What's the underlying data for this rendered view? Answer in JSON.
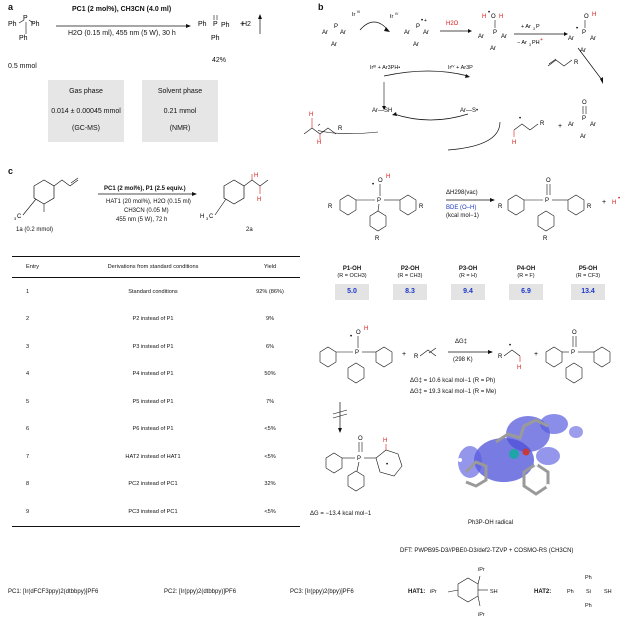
{
  "panel_a": {
    "letter": "a",
    "reactant": "Ph",
    "reactant_amount": "0.5 mmol",
    "conditions_line1": "PC1 (2 mol%), CH3CN (4.0 ml)",
    "conditions_line2": "H2O (0.15 ml), 455 nm (5 W), 30 h",
    "product_yield": "42%",
    "byproduct": "H2",
    "gas_phase": {
      "title": "Gas phase",
      "value": "0.014 ± 0.00045 mmol",
      "method": "(GC-MS)"
    },
    "solvent_phase": {
      "title": "Solvent phase",
      "value": "0.21 mmol",
      "method": "(NMR)"
    }
  },
  "panel_b": {
    "letter": "b",
    "ir3": "Irᴵᴵᴵ",
    "ir4": "Irᴵⱽ",
    "ar3p_radical": "Ar",
    "h2o": "H2O",
    "plus_ar3p": "+ Ar3P",
    "minus_ar3ph": "− Ar3PH•",
    "ar3ph": "Ar3PH•",
    "ar3p": "Ar3P",
    "arsh": "Ar—SH",
    "ars": "Ar—S•"
  },
  "panel_c": {
    "letter": "c",
    "substrate_label": "1a (0.2 mmol)",
    "conditions_line1": "PC1 (2 mol%), P1 (2.5 equiv.)",
    "conditions_line2": "HAT1 (20 mol%), H2O (0.15 ml)",
    "conditions_line3": "CH3CN (0.05 M)",
    "conditions_line4": "455 nm (5 W), 72 h",
    "product_label": "2a",
    "table": {
      "headers": [
        "Entry",
        "Derivations from standard conditions",
        "Yield"
      ],
      "rows": [
        [
          "1",
          "Standard conditions",
          "92% (86%)"
        ],
        [
          "2",
          "P2 instead of P1",
          "9%"
        ],
        [
          "3",
          "P3 instead of P1",
          "6%"
        ],
        [
          "4",
          "P4 instead of P1",
          "50%"
        ],
        [
          "5",
          "P5 instead of P1",
          "7%"
        ],
        [
          "6",
          "P6 instead of P1",
          "<5%"
        ],
        [
          "7",
          "HAT2 instead of HAT1",
          "<5%"
        ],
        [
          "8",
          "PC2 instead of PC1",
          "32%"
        ],
        [
          "9",
          "PC3 instead of PC1",
          "<5%"
        ]
      ]
    },
    "bde_scheme": {
      "arrow_top": "ΔH298(vac)",
      "arrow_mid": "BDE (O–H)",
      "arrow_bot": "(kcal mol−1)",
      "species": [
        {
          "name": "P1-OH",
          "sub": "(R = OCH3)",
          "value": "5.0"
        },
        {
          "name": "P2-OH",
          "sub": "(R = CH3)",
          "value": "8.3"
        },
        {
          "name": "P3-OH",
          "sub": "(R = H)",
          "value": "9.4"
        },
        {
          "name": "P4-OH",
          "sub": "(R = F)",
          "value": "6.9"
        },
        {
          "name": "P5-OH",
          "sub": "(R = CF3)",
          "value": "13.4"
        }
      ]
    },
    "activation": {
      "arrow_top": "ΔG‡",
      "arrow_bot": "(298 K)",
      "line1": "ΔG‡ = 10.6 kcal mol−1 (R = Ph)",
      "line2": "ΔG‡ = 19.3 kcal mol−1 (R = Me)"
    },
    "arene_addition": {
      "dg": "ΔG = −13.4 kcal mol−1"
    },
    "radical_caption": "Ph3P-OH radical",
    "dft_caption": "DFT: PWPB95-D3//PBE0-D3/def2-TZVP + COSMO-RS (CH3CN)"
  },
  "footer": {
    "pc1": "PC1: [Ir(dFCF3ppy)2(dtbbpy)]PF6",
    "pc2": "PC2: [Ir(ppy)2(dtbbpy)]PF6",
    "pc3": "PC3: [Ir(ppy)2(bpy)]PF6",
    "hat1_label": "HAT1:",
    "hat1_ipr": "iPr",
    "hat1_sh": "SH",
    "hat2_label": "HAT2:",
    "hat2_formula": "Ph",
    "hat2_si": "Si",
    "hat2_sh": "SH"
  },
  "colors": {
    "accent_blue": "#1a37c9",
    "hydrogen_red": "#d81a1a",
    "box_grey": "#e6e6e6",
    "orbital_blue": "#4b4fd8"
  }
}
